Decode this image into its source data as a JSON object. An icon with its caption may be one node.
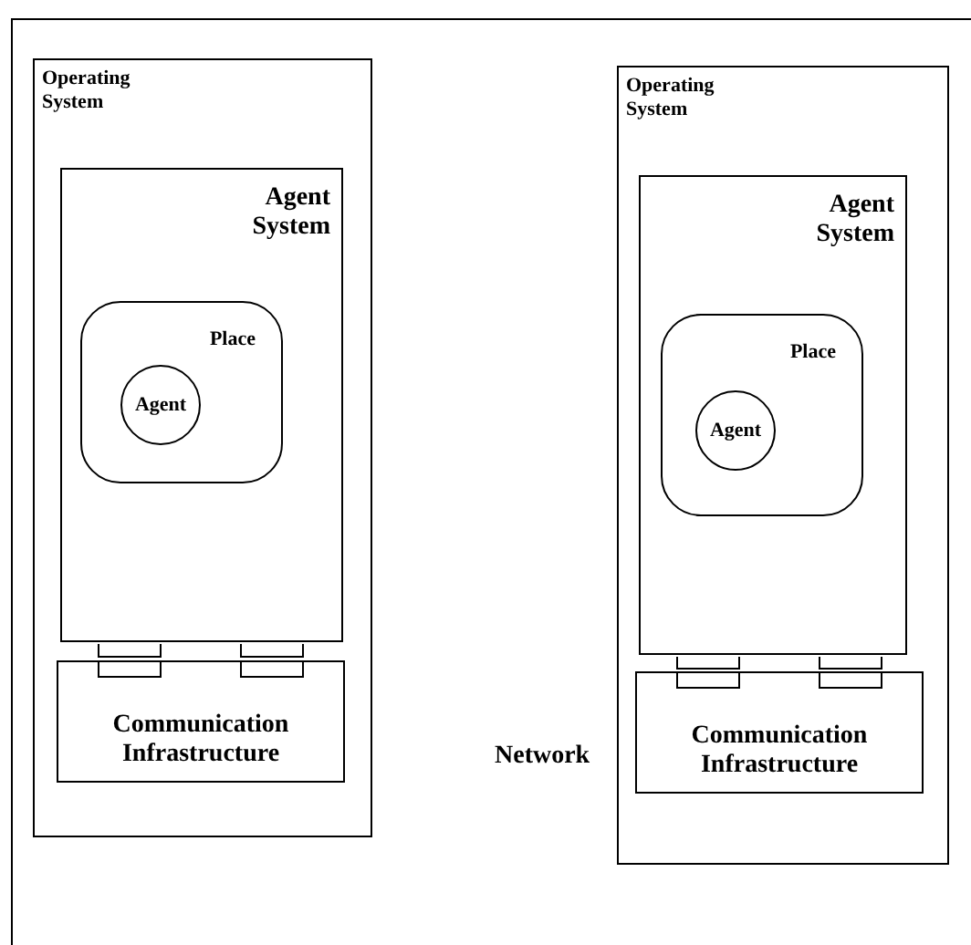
{
  "diagram": {
    "nodes": [
      {
        "text": [
          "Network"
        ]
      },
      {
        "text": [
          "Operating System"
        ],
        "in": 0
      },
      {
        "text": [
          "Agent System"
        ],
        "in": 1
      },
      {
        "text": [
          "Place"
        ],
        "in": 2
      },
      {
        "text": [
          "Agent"
        ],
        "in": 3
      },
      {
        "text": [
          "Communication Infrastructure"
        ],
        "in": 1
      },
      {
        "text": [
          "Operating System"
        ],
        "in": 0
      },
      {
        "text": [
          "Agent System"
        ],
        "in": 6
      },
      {
        "text": [
          "Place"
        ],
        "in": 7
      },
      {
        "text": [
          "Agent"
        ],
        "in": 8
      },
      {
        "text": [
          "Communication Infrastructure"
        ],
        "in": 6
      }
    ]
  }
}
